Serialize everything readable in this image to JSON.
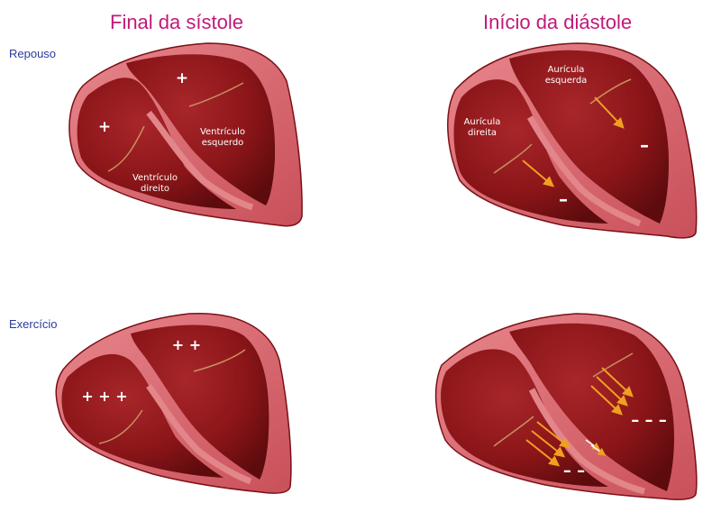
{
  "headings": {
    "left": "Final da sístole",
    "right": "Início da diástole"
  },
  "rows": {
    "rest": "Repouso",
    "exercise": "Exercício"
  },
  "labels": {
    "ventricle_left": [
      "Ventrículo",
      "esquerdo"
    ],
    "ventricle_right": [
      "Ventrículo",
      "direito"
    ],
    "atrium_left": [
      "Aurícula",
      "esquerda"
    ],
    "atrium_right": [
      "Aurícula",
      "direita"
    ]
  },
  "signs": {
    "rest_systole_right": "+",
    "rest_systole_left": "+",
    "rest_diastole_left": "–",
    "rest_diastole_right": "–",
    "ex_systole_right": "+ + +",
    "ex_systole_left": "+ +",
    "ex_diastole_left": "– – –",
    "ex_diastole_right": "– –"
  },
  "colors": {
    "heading": "#c2187a",
    "row_label": "#2a3a9c",
    "muscle": "#d9656d",
    "chamber": "#8a1518",
    "arrow": "#f0a020"
  }
}
